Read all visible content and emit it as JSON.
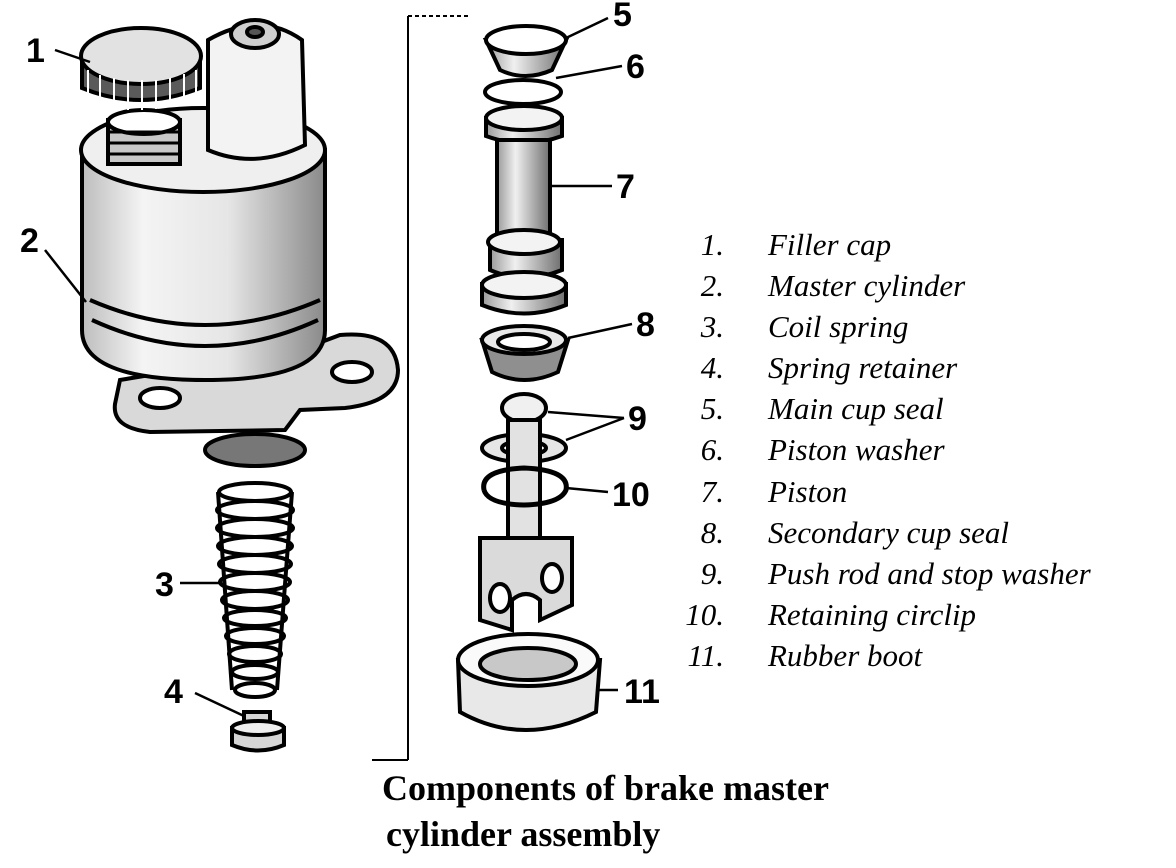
{
  "callouts": {
    "c1": "1",
    "c2": "2",
    "c3": "3",
    "c4": "4",
    "c5": "5",
    "c6": "6",
    "c7": "7",
    "c8": "8",
    "c9": "9",
    "c10": "10",
    "c11": "11"
  },
  "legend": [
    {
      "num": "1.",
      "label": "Filler cap"
    },
    {
      "num": "2.",
      "label": "Master cylinder"
    },
    {
      "num": "3.",
      "label": "Coil spring"
    },
    {
      "num": "4.",
      "label": "Spring retainer"
    },
    {
      "num": "5.",
      "label": "Main cup seal"
    },
    {
      "num": "6.",
      "label": "Piston washer"
    },
    {
      "num": "7.",
      "label": "Piston"
    },
    {
      "num": "8.",
      "label": "Secondary cup seal"
    },
    {
      "num": "9.",
      "label": "Push rod and stop washer"
    },
    {
      "num": "10.",
      "label": "Retaining circlip"
    },
    {
      "num": "11.",
      "label": "Rubber boot"
    }
  ],
  "caption": {
    "line1": "Components of brake master",
    "line2": "cylinder assembly"
  }
}
